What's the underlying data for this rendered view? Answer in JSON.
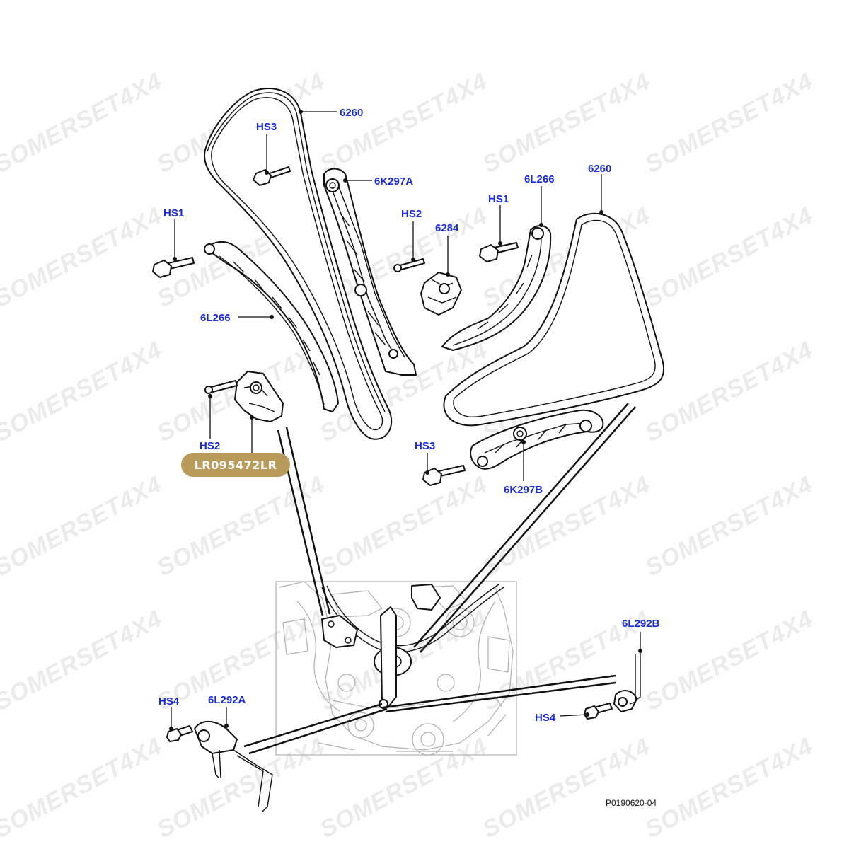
{
  "diagram": {
    "reference_code": "P0190620-04",
    "watermark_text": "SOMERSET4X4",
    "badge": {
      "text": "LR095472LR",
      "color": "#b89a5a"
    },
    "label_color": "#1a2bd6",
    "labels": {
      "chain_left": "6260",
      "chain_right": "6260",
      "bolt_hs3_top": "HS3",
      "guide_6k297a": "6K297A",
      "bolt_hs2_center": "HS2",
      "tensioner_6284": "6284",
      "bolt_hs1_right": "HS1",
      "guide_6l266_right": "6L266",
      "bolt_hs1_left": "HS1",
      "guide_6l266_left": "6L266",
      "bolt_hs2_left": "HS2",
      "bolt_hs3_bottom": "HS3",
      "guide_6k297b": "6K297B",
      "oil_jet_6l292b": "6L292B",
      "bolt_hs4_left": "HS4",
      "oil_jet_6l292a": "6L292A",
      "bolt_hs4_right": "HS4"
    }
  }
}
